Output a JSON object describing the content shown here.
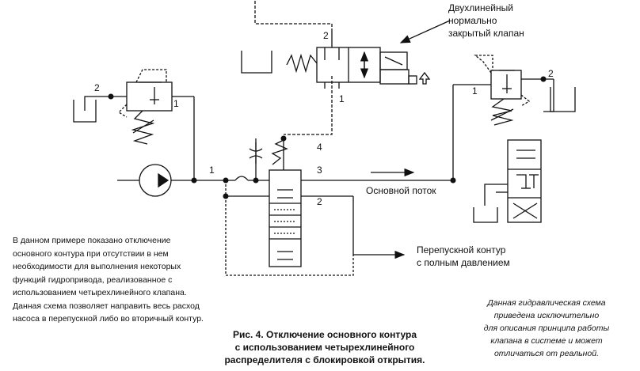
{
  "labels": {
    "valve_title": "Двухлинейный\nнормально\nзакрытый клапан",
    "main_flow": "Основной поток",
    "bypass": "Перепускной контур\nс полным давлением",
    "port_1_left_relief": "1",
    "port_2_left_relief": "2",
    "port_1_pump_line": "1",
    "port_2_valve_top": "2",
    "port_1_valve_bottom": "1",
    "port_4": "4",
    "port_3": "3",
    "port_2_bypass": "2",
    "port_1_right_relief": "1",
    "port_2_right_relief": "2"
  },
  "description": "В данном примере показано отключение основного контура при отсутствии в нем необходимости для выполнения некоторых функций гидропривода, реализованное с использованием четырехлинейного клапана. Данная схема позволяет направить весь расход насоса в перепускной либо во вторичный контур.",
  "caption": "Рис. 4. Отключение основного контура\nс использованием четырехлинейного\nраспределителя с блокировкой открытия.",
  "note": "Данная гидравлическая схема\nприведена исключительно\nдля описания принципа работы\nклапана в системе и может\nотличаться от реальной."
}
